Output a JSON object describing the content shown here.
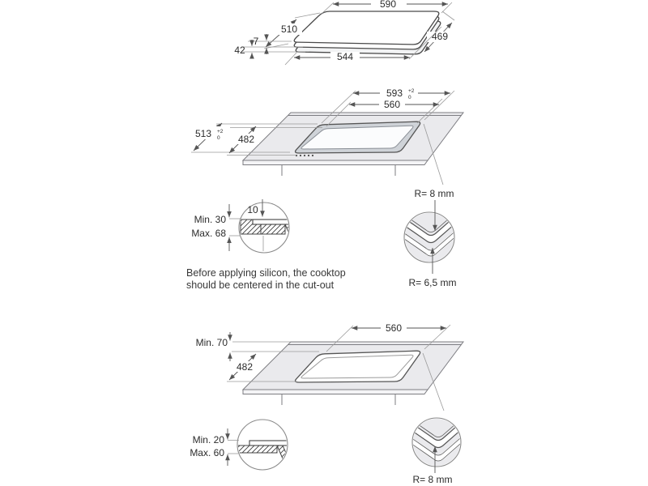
{
  "palette": {
    "line": "#4a4a4a",
    "surface": "#eaeaed",
    "bevel": "#cfd3d8"
  },
  "top_view": {
    "width_top": "590",
    "depth_left": "510",
    "glass_thickness": "7",
    "base_height": "42",
    "width_bottom": "544",
    "depth_right": "469"
  },
  "flush_cutout_view": {
    "rebate_width": "593",
    "rebate_width_tol_upper": "+2",
    "rebate_width_tol_lower": "0",
    "cutout_width": "560",
    "rebate_depth": "513",
    "rebate_depth_tol_upper": "+2",
    "rebate_depth_tol_lower": "0",
    "cutout_depth": "482"
  },
  "flush_section_detail": {
    "rebate_lip": "10",
    "min_thickness": "Min. 30",
    "max_thickness": "Max. 68"
  },
  "flush_radius_detail": {
    "outer_radius": "R= 8 mm",
    "inner_radius": "R= 6,5 mm"
  },
  "note": {
    "line1": "Before applying silicon, the cooktop",
    "line2": "should be centered in the cut-out"
  },
  "overlay_cutout_view": {
    "cutout_width": "560",
    "min_rear_distance": "Min. 70",
    "cutout_depth": "482"
  },
  "overlay_section_detail": {
    "min_thickness": "Min. 20",
    "max_thickness": "Max. 60"
  },
  "overlay_radius_detail": {
    "radius": "R= 8 mm"
  }
}
